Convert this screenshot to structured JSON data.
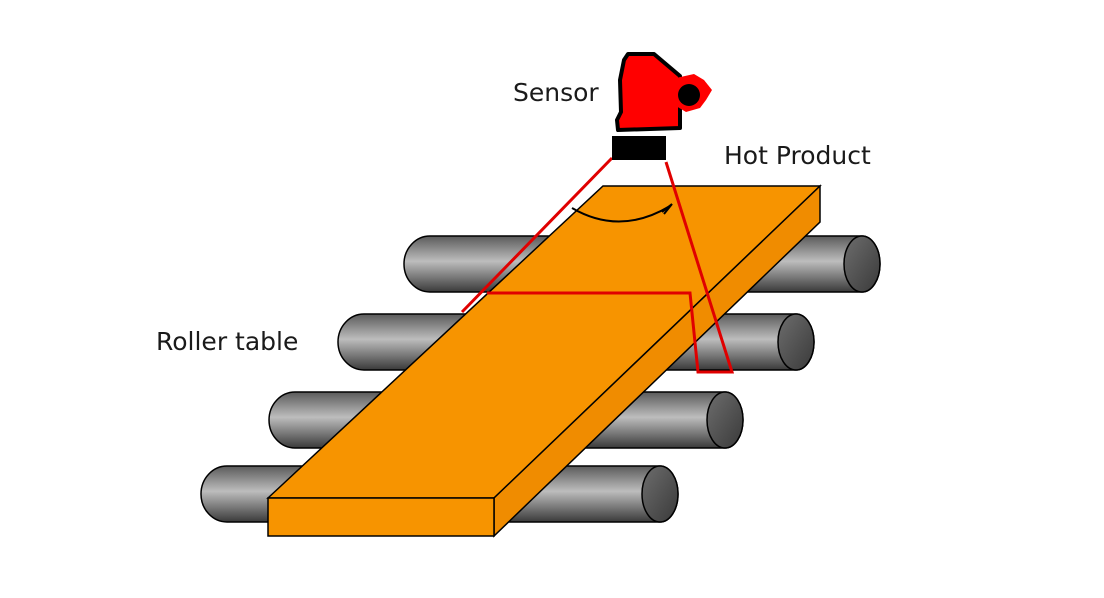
{
  "labels": {
    "sensor": "Sensor",
    "hot_product": "Hot Product",
    "roller_table": "Roller table"
  },
  "colors": {
    "product": "#f79400",
    "sensor_body": "#ff0000",
    "sight_lines": "#e00000",
    "roller_dark": "#3a3a3a",
    "roller_light": "#bdbdbd",
    "outline": "#000000"
  },
  "icons": {
    "sensor": "infrared-pyrometer",
    "rollers": "cylinder-roller"
  }
}
